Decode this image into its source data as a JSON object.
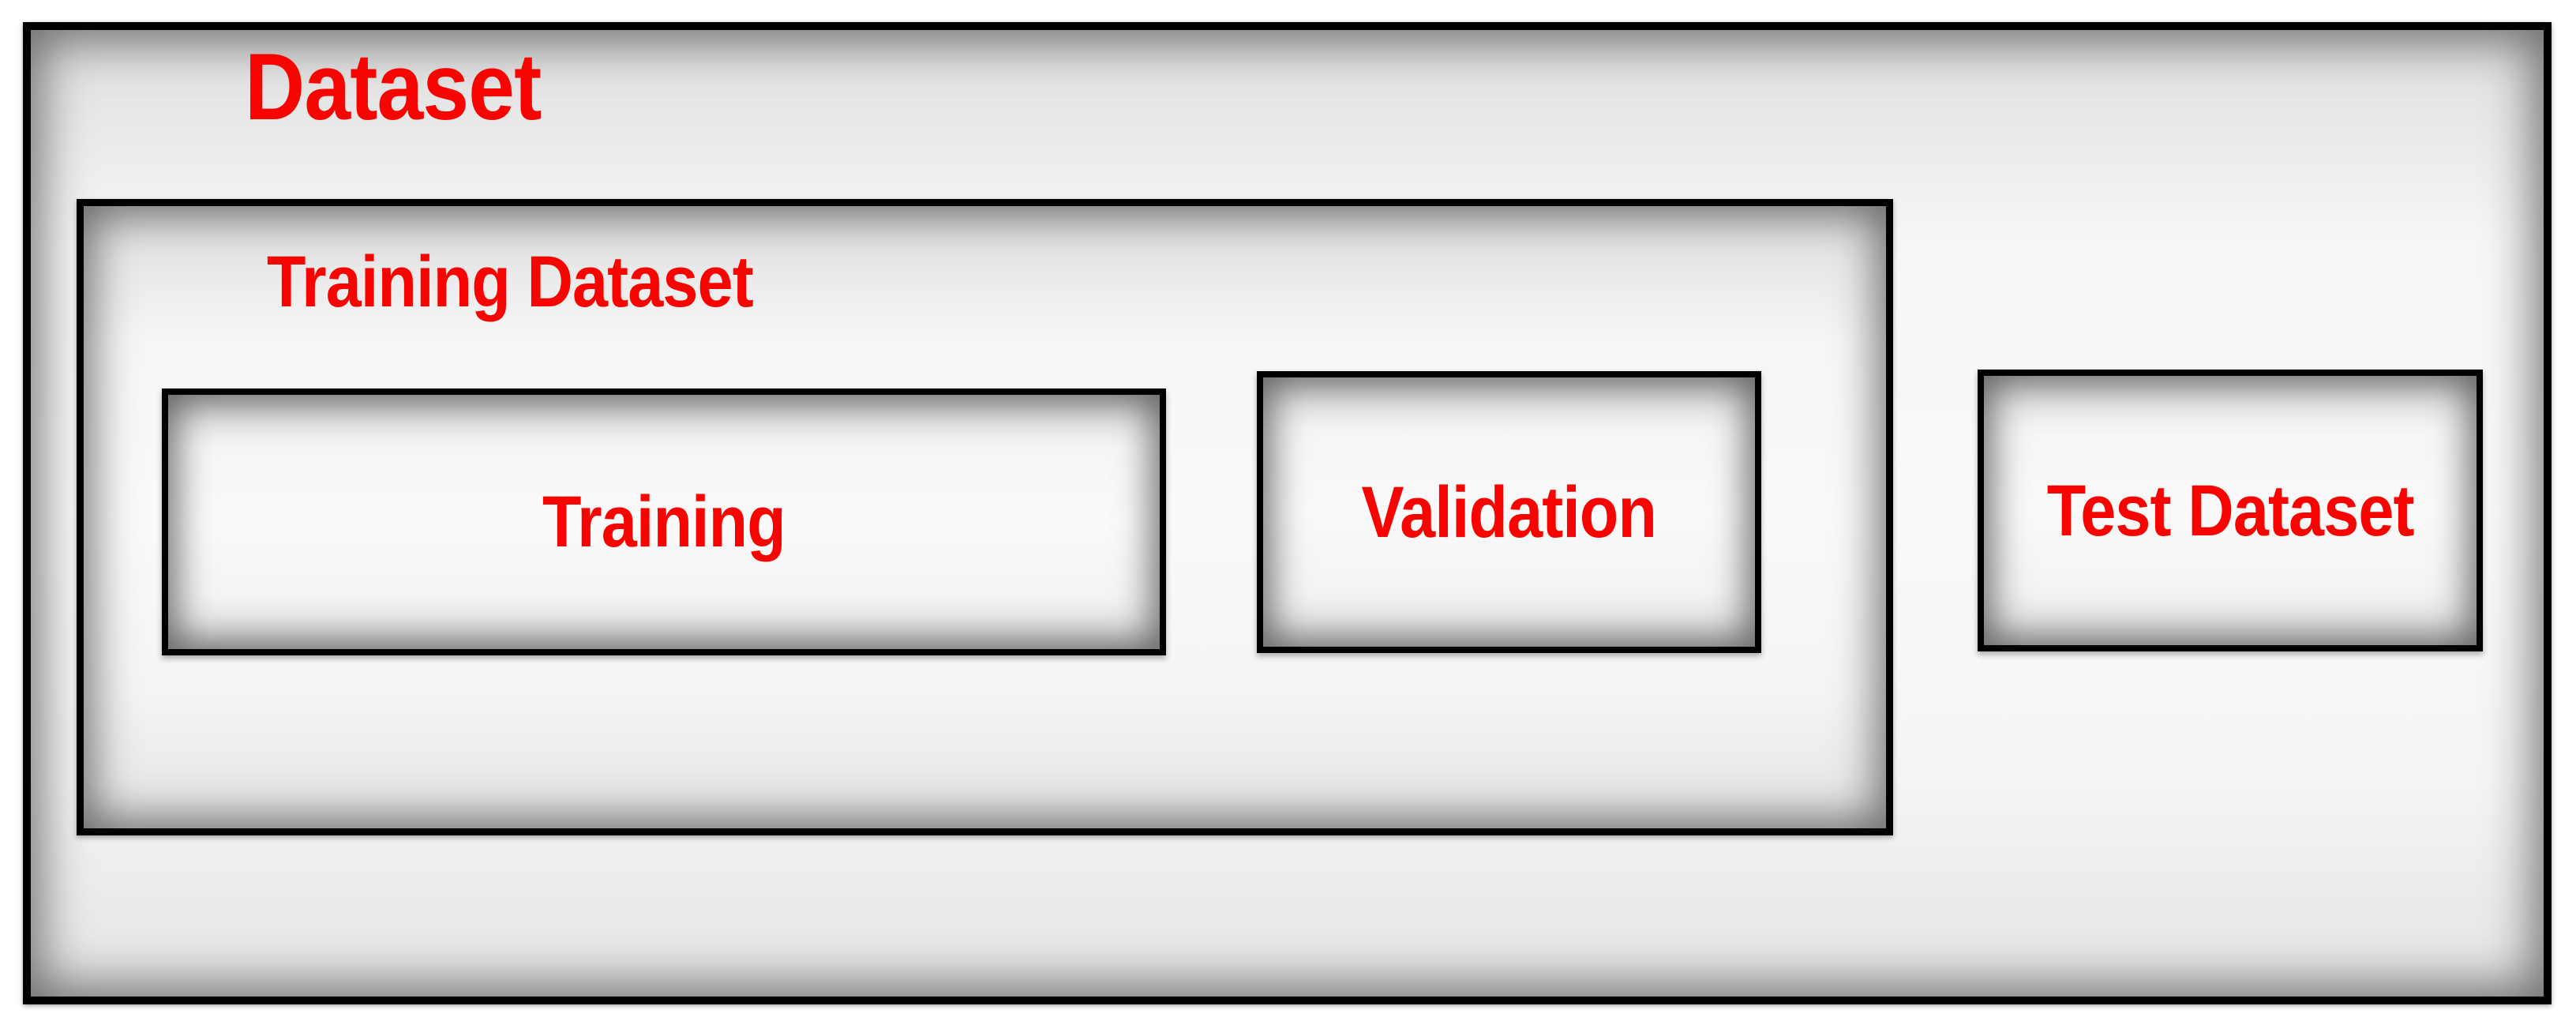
{
  "diagram": {
    "outer": {
      "label": "Dataset"
    },
    "training_dataset": {
      "label": "Training Dataset"
    },
    "training": {
      "label": "Training"
    },
    "validation": {
      "label": "Validation"
    },
    "test_dataset": {
      "label": "Test Dataset"
    },
    "colors": {
      "label_text": "#f80400",
      "box_border": "#000000",
      "box_fill": "#f5f5f5",
      "page_background": "#ffffff"
    }
  }
}
